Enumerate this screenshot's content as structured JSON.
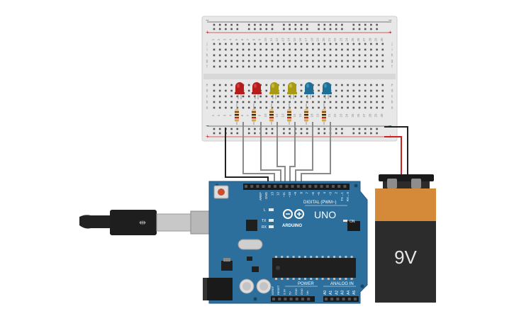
{
  "scene": "circuit-simulator-canvas",
  "breadboard": {
    "column_labels": [
      "1",
      "2",
      "3",
      "4",
      "5",
      "6",
      "7",
      "8",
      "9",
      "10",
      "11",
      "12",
      "13",
      "14",
      "15",
      "16",
      "17",
      "18",
      "19",
      "20",
      "21",
      "22",
      "23",
      "24",
      "25",
      "26",
      "27",
      "28",
      "29",
      "30"
    ],
    "row_labels_top": [
      "j",
      "i",
      "h",
      "g",
      "f"
    ],
    "row_labels_bottom": [
      "e",
      "d",
      "c",
      "b",
      "a"
    ],
    "rail_plus": "+",
    "rail_minus": "−"
  },
  "leds": [
    {
      "color": "#b51c1c",
      "highlight": "#e24b4b"
    },
    {
      "color": "#b51c1c",
      "highlight": "#e24b4b"
    },
    {
      "color": "#a89a12",
      "highlight": "#d9c84a"
    },
    {
      "color": "#a89a12",
      "highlight": "#d9c84a"
    },
    {
      "color": "#1f6f96",
      "highlight": "#4aa0c8"
    },
    {
      "color": "#1f6f96",
      "highlight": "#4aa0c8"
    }
  ],
  "arduino": {
    "brand": "ARDUINO",
    "model": "UNO",
    "digital_label": "DIGITAL (PWM~)",
    "power_label": "POWER",
    "analog_label": "ANALOG IN",
    "on_label": "ON",
    "l_label": "L",
    "tx_label": "TX",
    "rx_label": "RX",
    "header_pins": [
      "AREF",
      "GND",
      "13",
      "12",
      "~11",
      "~10",
      "~9",
      "8",
      "7",
      "~6",
      "~5",
      "4",
      "~3",
      "2",
      "TX→1",
      "RX←0"
    ],
    "power_pins": [
      "IOREF",
      "RESET",
      "3.3V",
      "5V",
      "GND",
      "GND",
      "Vin"
    ],
    "analog_pins": [
      "A0",
      "A1",
      "A2",
      "A3",
      "A4",
      "A5"
    ]
  },
  "battery": {
    "label": "9V",
    "top_color": "#d58a3a",
    "body_color": "#2c2c2c"
  },
  "colors": {
    "board_blue": "#2c6e9c",
    "wire_gray": "#8a8a8a",
    "wire_black": "#222222",
    "wire_red": "#d01f1f"
  }
}
